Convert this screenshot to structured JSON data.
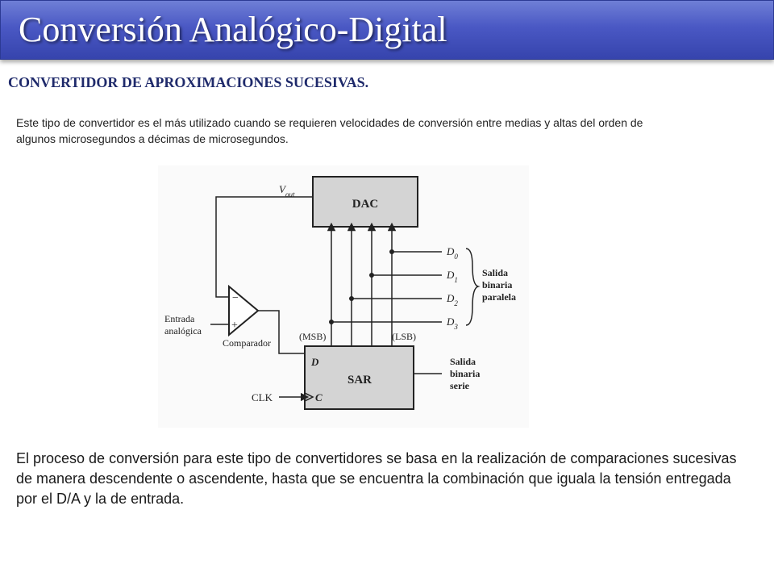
{
  "slide": {
    "title": "Conversión Analógico-Digital",
    "subtitle": "CONVERTIDOR DE APROXIMACIONES SUCESIVAS.",
    "intro": "Este tipo de convertidor es el más utilizado cuando se requieren velocidades de conversión entre medias y altas del orden de algunos microsegundos a décimas de microsegundos.",
    "body": "El proceso de conversión para este tipo de convertidores se basa en la realización de comparaciones sucesivas de manera descendente o ascendente, hasta que se encuentra la combinación que iguala la tensión entregada por el D/A y la de entrada."
  },
  "diagram": {
    "dac_label": "DAC",
    "sar_label": "SAR",
    "vout_label": "V",
    "vout_sub": "out",
    "msb_label": "(MSB)",
    "lsb_label": "(LSB)",
    "d_letter": "D",
    "d_subs": [
      "0",
      "1",
      "2",
      "3"
    ],
    "parallel_output": [
      "Salida",
      "binaria",
      "paralela"
    ],
    "serial_output": [
      "Salida",
      "binaria",
      "serie"
    ],
    "analog_input": [
      "Entrada",
      "analógica"
    ],
    "comparator_label": "Comparador",
    "minus_sign": "−",
    "plus_sign": "+",
    "sar_d_pin": "D",
    "clk_label": "CLK",
    "sar_c_pin": "C"
  }
}
